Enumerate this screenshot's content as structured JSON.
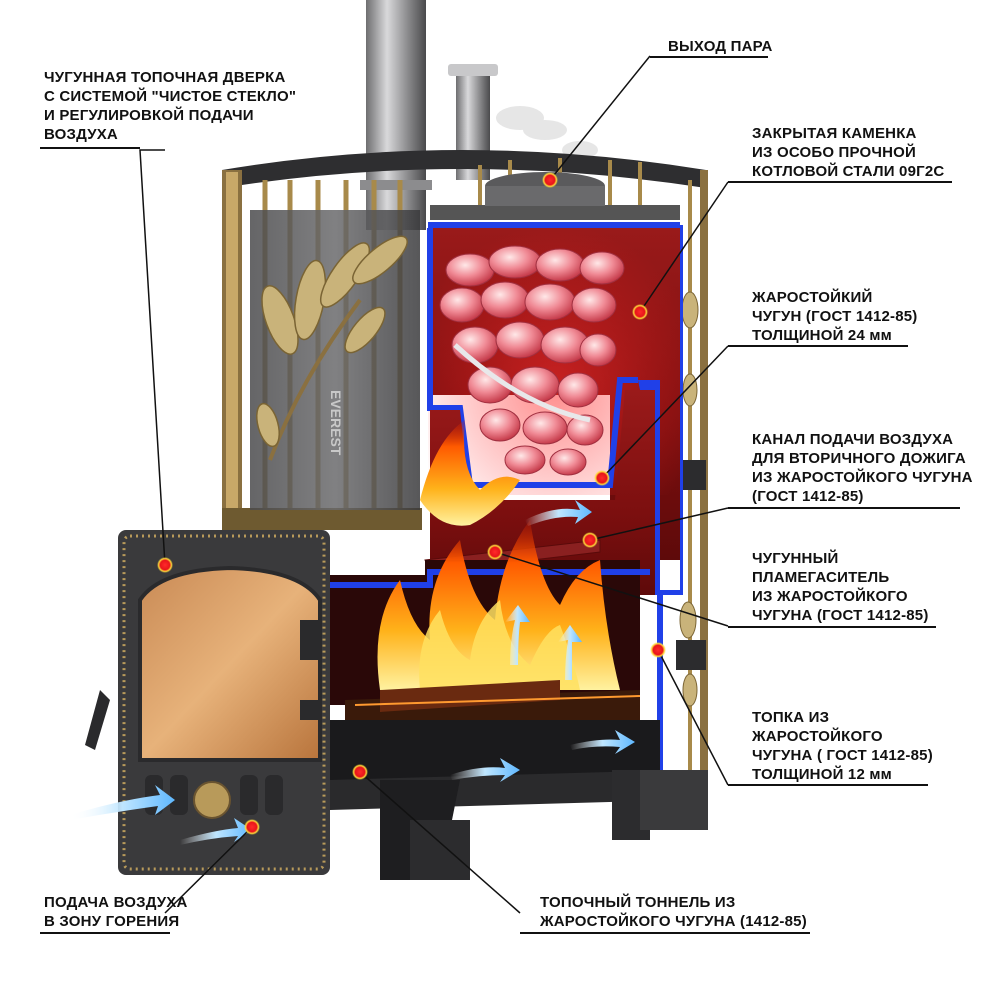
{
  "labels": {
    "door": [
      "ЧУГУННАЯ ТОПОЧНАЯ ДВЕРКА",
      "С СИСТЕМОЙ \"ЧИСТОЕ СТЕКЛО\"",
      "И РЕГУЛИРОВКОЙ ПОДАЧИ",
      "ВОЗДУХА"
    ],
    "steam": [
      "ВЫХОД ПАРА"
    ],
    "stones": [
      "ЗАКРЫТАЯ КАМЕНКА",
      "ИЗ ОСОБО ПРОЧНОЙ",
      "КОТЛОВОЙ СТАЛИ 09Г2С"
    ],
    "cast_iron_24": [
      "ЖАРОСТОЙКИЙ",
      "ЧУГУН (ГОСТ 1412-85)",
      "ТОЛЩИНОЙ 24 мм"
    ],
    "air_channel": [
      "КАНАЛ ПОДАЧИ ВОЗДУХА",
      "ДЛЯ ВТОРИЧНОГО ДОЖИГА",
      "ИЗ ЖАРОСТОЙКОГО ЧУГУНА",
      "(ГОСТ 1412-85)"
    ],
    "flame_damper": [
      "ЧУГУННЫЙ",
      "ПЛАМЕГАСИТЕЛЬ",
      "ИЗ ЖАРОСТОЙКОГО",
      "ЧУГУНА (ГОСТ 1412-85)"
    ],
    "firebox": [
      "ТОПКА ИЗ",
      "ЖАРОСТОЙКОГО",
      "ЧУГУНА ( ГОСТ 1412-85)",
      "ТОЛЩИНОЙ 12 мм"
    ],
    "air_supply": [
      "ПОДАЧА ВОЗДУХА",
      "В ЗОНУ ГОРЕНИЯ"
    ],
    "tunnel": [
      "ТОПОЧНЫЙ ТОННЕЛЬ ИЗ",
      "ЖАРОСТОЙКОГО ЧУГУНА (1412-85)"
    ]
  },
  "brand_mark": "EVEREST",
  "colors": {
    "chamber": "#8e1515",
    "insulation": "#2040e8",
    "marker": "#e8151a",
    "marker_ring": "#ffd83a",
    "metal_dark": "#3b3b3d",
    "bronze": "#b89a5a",
    "text": "#111111"
  }
}
